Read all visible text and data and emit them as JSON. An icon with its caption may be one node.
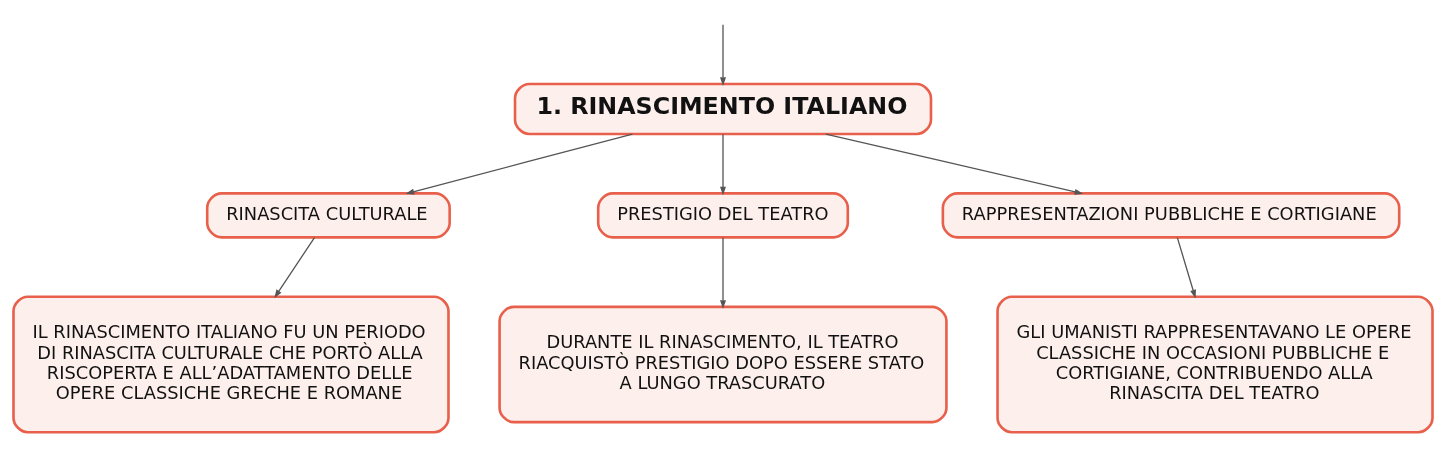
{
  "diagram": {
    "nodes": [
      {
        "text": [
          "1. RINASCIMENTO ITALIANO"
        ]
      },
      {
        "text": [
          "RINASCITA CULTURALE"
        ]
      },
      {
        "text": [
          "PRESTIGIO DEL TEATRO"
        ]
      },
      {
        "text": [
          "RAPPRESENTAZIONI PUBBLICHE E CORTIGIANE"
        ]
      },
      {
        "text": [
          "IL RINASCIMENTO ITALIANO FU UN PERIODO DI RINASCITA CULTURALE CHE PORTÒ ALLA RISCOPERTA E ALL’ADATTAMENTO DELLE OPERE CLASSICHE GRECHE E ROMANE"
        ]
      },
      {
        "text": [
          "DURANTE IL RINASCIMENTO, IL TEATRO RIACQUISTÒ PRESTIGIO DOPO ESSERE STATO A LUNGO TRASCURATO"
        ]
      },
      {
        "text": [
          "GLI UMANISTI RAPPRESENTAVANO LE OPERE CLASSICHE IN OCCASIONI PUBBLICHE E CORTIGIANE, CONTRIBUENDO ALLA RINASCITA DEL TEATRO"
        ]
      }
    ],
    "edges": [
      {
        "from": null,
        "to": 0,
        "arrow": "to"
      },
      {
        "from": 0,
        "to": 1,
        "arrow": "to"
      },
      {
        "from": 0,
        "to": 2,
        "arrow": "to"
      },
      {
        "from": 0,
        "to": 3,
        "arrow": "to"
      },
      {
        "from": 1,
        "to": 4,
        "arrow": "to"
      },
      {
        "from": 2,
        "to": 5,
        "arrow": "to"
      },
      {
        "from": 3,
        "to": 6,
        "arrow": "to"
      }
    ]
  }
}
